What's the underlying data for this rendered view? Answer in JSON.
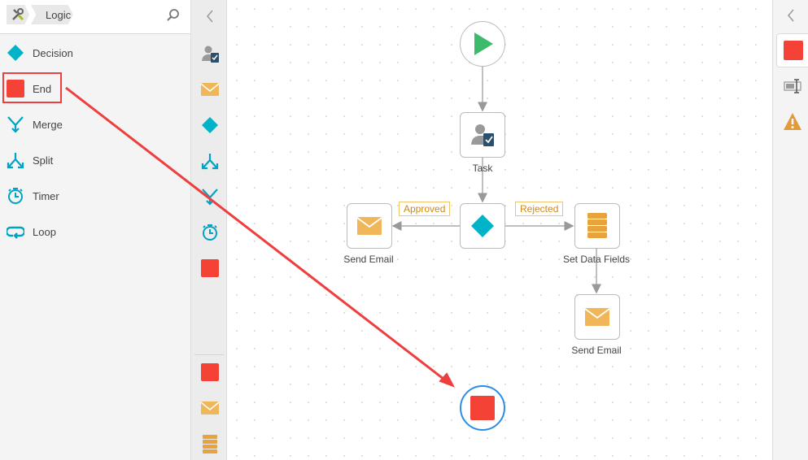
{
  "left_panel": {
    "breadcrumb": "Logic",
    "items": [
      {
        "label": "Decision",
        "icon": "diamond"
      },
      {
        "label": "End",
        "icon": "stop-square"
      },
      {
        "label": "Merge",
        "icon": "merge"
      },
      {
        "label": "Split",
        "icon": "split"
      },
      {
        "label": "Timer",
        "icon": "timer"
      },
      {
        "label": "Loop",
        "icon": "loop"
      }
    ]
  },
  "canvas": {
    "nodes": {
      "task": "Task",
      "send_email_left": "Send Email",
      "set_data": "Set Data Fields",
      "send_email_bottom": "Send Email"
    },
    "branches": {
      "approved": "Approved",
      "rejected": "Rejected"
    }
  },
  "colors": {
    "end": "#f44336",
    "decision": "#00b3c8",
    "email": "#f0b75a",
    "start": "#3dbb6a",
    "annotation": "#ef3e3e",
    "selected": "#2a8ee8"
  }
}
